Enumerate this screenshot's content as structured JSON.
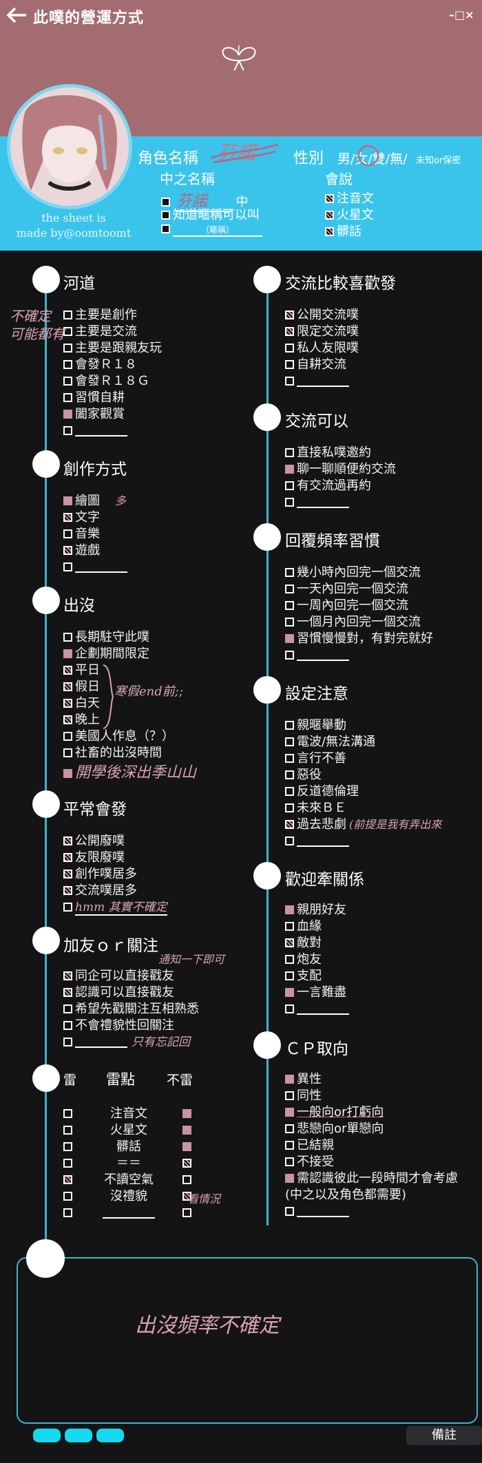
{
  "header": {
    "title": "此噗的營運方式",
    "window_controls": "–□×",
    "credit_line1": "the sheet is",
    "credit_line2": "made by@oomtoomt"
  },
  "profile": {
    "name_label": "角色名稱",
    "name_value": "芬諾",
    "gender_label": "性別",
    "gender_options": "男/女/雙/無/",
    "gender_extra": "未知or保密",
    "nakano_label": "中之名稱",
    "nakano_value": "芬諾",
    "nakano_suffix": "中",
    "nakano_opt2": "知道暱稱可以叫",
    "nakano_opt3": "（暱稱）",
    "speak_label": "會說",
    "speak_items": [
      "注音文",
      "火星文",
      "髒話"
    ]
  },
  "left_sections": [
    {
      "title": "河道",
      "items": [
        "主要是創作",
        "主要是交流",
        "主要是跟親友玩",
        "會發Ｒ１８",
        "會發Ｒ１８Ｇ",
        "習慣自耕",
        "闔家觀賞",
        ""
      ]
    },
    {
      "title": "創作方式",
      "items": [
        "繪圖",
        "文字",
        "音樂",
        "遊戲",
        ""
      ]
    },
    {
      "title": "出沒",
      "items": [
        "長期駐守此噗",
        "企劃期間限定",
        "平日",
        "假日",
        "白天",
        "晚上",
        "美國人作息（？）",
        "社畜的出沒時間",
        "開學後深出季山山"
      ]
    },
    {
      "title": "平常會發",
      "items": [
        "公開廢噗",
        "友限廢噗",
        "創作噗居多",
        "交流噗居多",
        "hmm 其實不確定"
      ]
    },
    {
      "title": "加友ｏｒ關注",
      "items": [
        "同企可以直接戳友",
        "認識可以直接戳友",
        "希望先戳關注互相熟悉",
        "不會禮貌性回關注",
        ""
      ]
    }
  ],
  "thunder": {
    "title": "雷",
    "col_mid": "雷點",
    "col_right": "不雷",
    "rows": [
      "注音文",
      "火星文",
      "髒話",
      "＝＝",
      "不讀空氣",
      "沒禮貌",
      ""
    ]
  },
  "right_sections": [
    {
      "title": "交流比較喜歡發",
      "items": [
        "公開交流噗",
        "限定交流噗",
        "私人友限噗",
        "自耕交流",
        ""
      ]
    },
    {
      "title": "交流可以",
      "items": [
        "直接私噗邀約",
        "聊一聊順便約交流",
        "有交流過再約",
        ""
      ]
    },
    {
      "title": "回覆頻率習慣",
      "items": [
        "幾小時內回完一個交流",
        "一天內回完一個交流",
        "一周內回完一個交流",
        "一個月內回完一個交流",
        "習慣慢慢對，有對完就好",
        ""
      ]
    },
    {
      "title": "設定注意",
      "items": [
        "親暱舉動",
        "電波/無法溝通",
        "言行不善",
        "惡役",
        "反道德倫理",
        "未來ＢＥ",
        "過去悲劇",
        ""
      ]
    },
    {
      "title": "歡迎牽關係",
      "items": [
        "親朋好友",
        "血緣",
        "敵對",
        "炮友",
        "支配",
        "一言難盡",
        ""
      ]
    },
    {
      "title": "ＣＰ取向",
      "items": [
        "異性",
        "同性",
        "一般向or打虧向",
        "悲戀向or單戀向",
        "已結親",
        "不接受",
        "需認識彼此一段時間才會考慮",
        "(中之以及角色都需要)",
        ""
      ]
    }
  ],
  "annotations": {
    "river_note1": "不確定",
    "river_note2": "可能都有",
    "create_note": "多",
    "appear_note": "寒假end前;;",
    "follow_note1": "通知一下即可",
    "follow_note2": "只有忘記回",
    "thunder_note": "看情況",
    "setting_note": "(前提是我有弄出來",
    "memo": "出沒頻率不確定"
  },
  "footer": {
    "note_button": "備註"
  }
}
